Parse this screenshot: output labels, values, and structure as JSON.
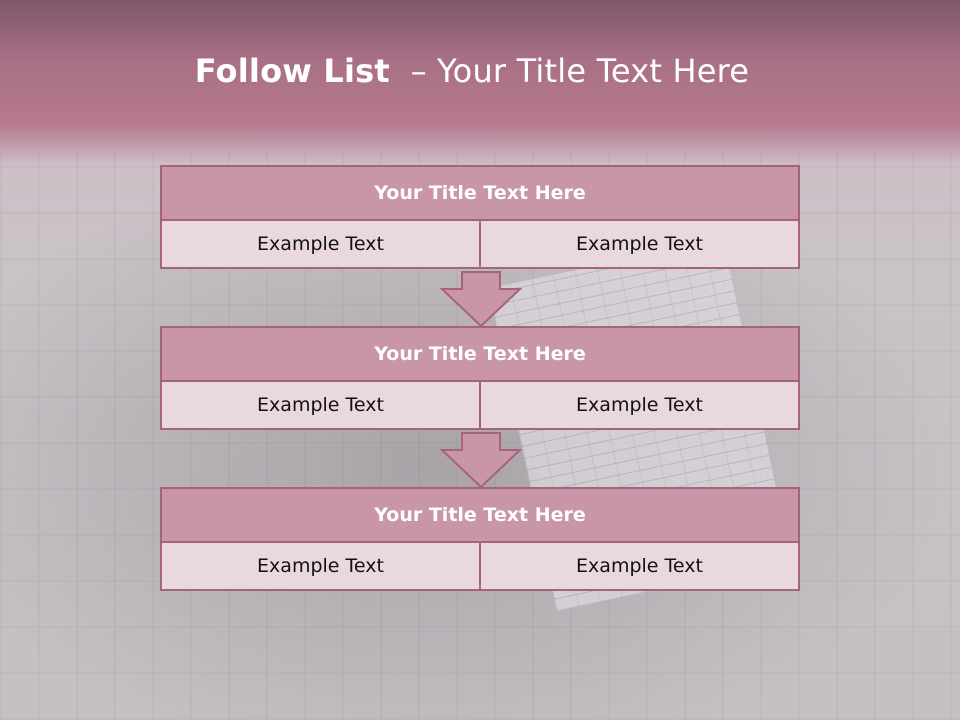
{
  "header": {
    "title_strong": "Follow List",
    "title_rest": "– Your Title Text Here"
  },
  "colors": {
    "header_band": "#b57a90",
    "block_header": "#c896a7",
    "block_cell": "#ead8df",
    "border": "#a5637c"
  },
  "blocks": [
    {
      "title": "Your Title Text Here",
      "cells": [
        "Example Text",
        "Example Text"
      ]
    },
    {
      "title": "Your Title Text Here",
      "cells": [
        "Example Text",
        "Example Text"
      ]
    },
    {
      "title": "Your Title Text Here",
      "cells": [
        "Example Text",
        "Example Text"
      ]
    }
  ]
}
